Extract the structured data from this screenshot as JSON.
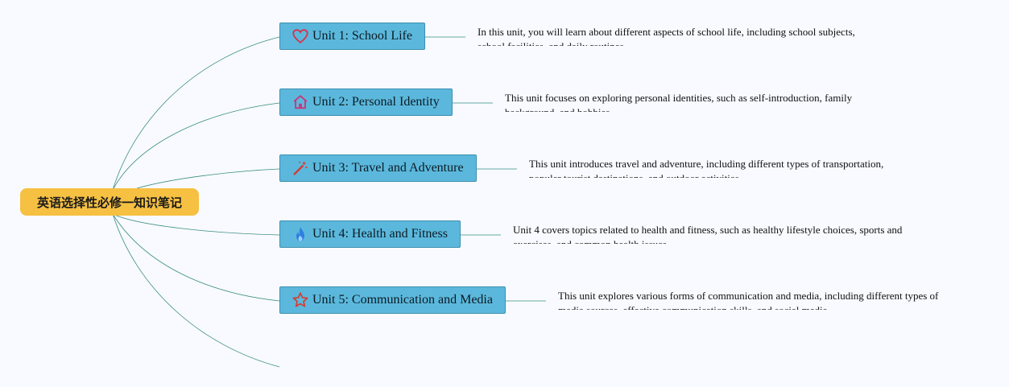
{
  "root": {
    "title": "英语选择性必修一知识笔记"
  },
  "units": [
    {
      "label": "Unit 1: School Life",
      "icon": "heart-icon",
      "icon_color": "#d6334a",
      "description": "In this unit, you will learn about different aspects of school life, including school subjects, school facilities, and daily routines."
    },
    {
      "label": "Unit 2: Personal Identity",
      "icon": "home-icon",
      "icon_color": "#c8367a",
      "description": "This unit focuses on exploring personal identities, such as self-introduction, family background, and hobbies."
    },
    {
      "label": "Unit 3: Travel and Adventure",
      "icon": "magic-wand-icon",
      "icon_color": "#d63a2f",
      "description": "This unit introduces travel and adventure, including different types of transportation, popular tourist destinations, and outdoor activities."
    },
    {
      "label": "Unit 4: Health and Fitness",
      "icon": "flame-icon",
      "icon_color": "#2f7fe0",
      "description": "Unit 4 covers topics related to health and fitness, such as healthy lifestyle choices, sports and exercises, and common health issues."
    },
    {
      "label": "Unit 5: Communication and Media",
      "icon": "star-icon",
      "icon_color": "#d63a2f",
      "description": "This unit explores various forms of communication and media, including different types of media sources, effective communication skills, and social media."
    }
  ],
  "colors": {
    "link": "#3a8c84",
    "root_fill": "#f6c042",
    "node_fill": "#5bb8dc"
  }
}
